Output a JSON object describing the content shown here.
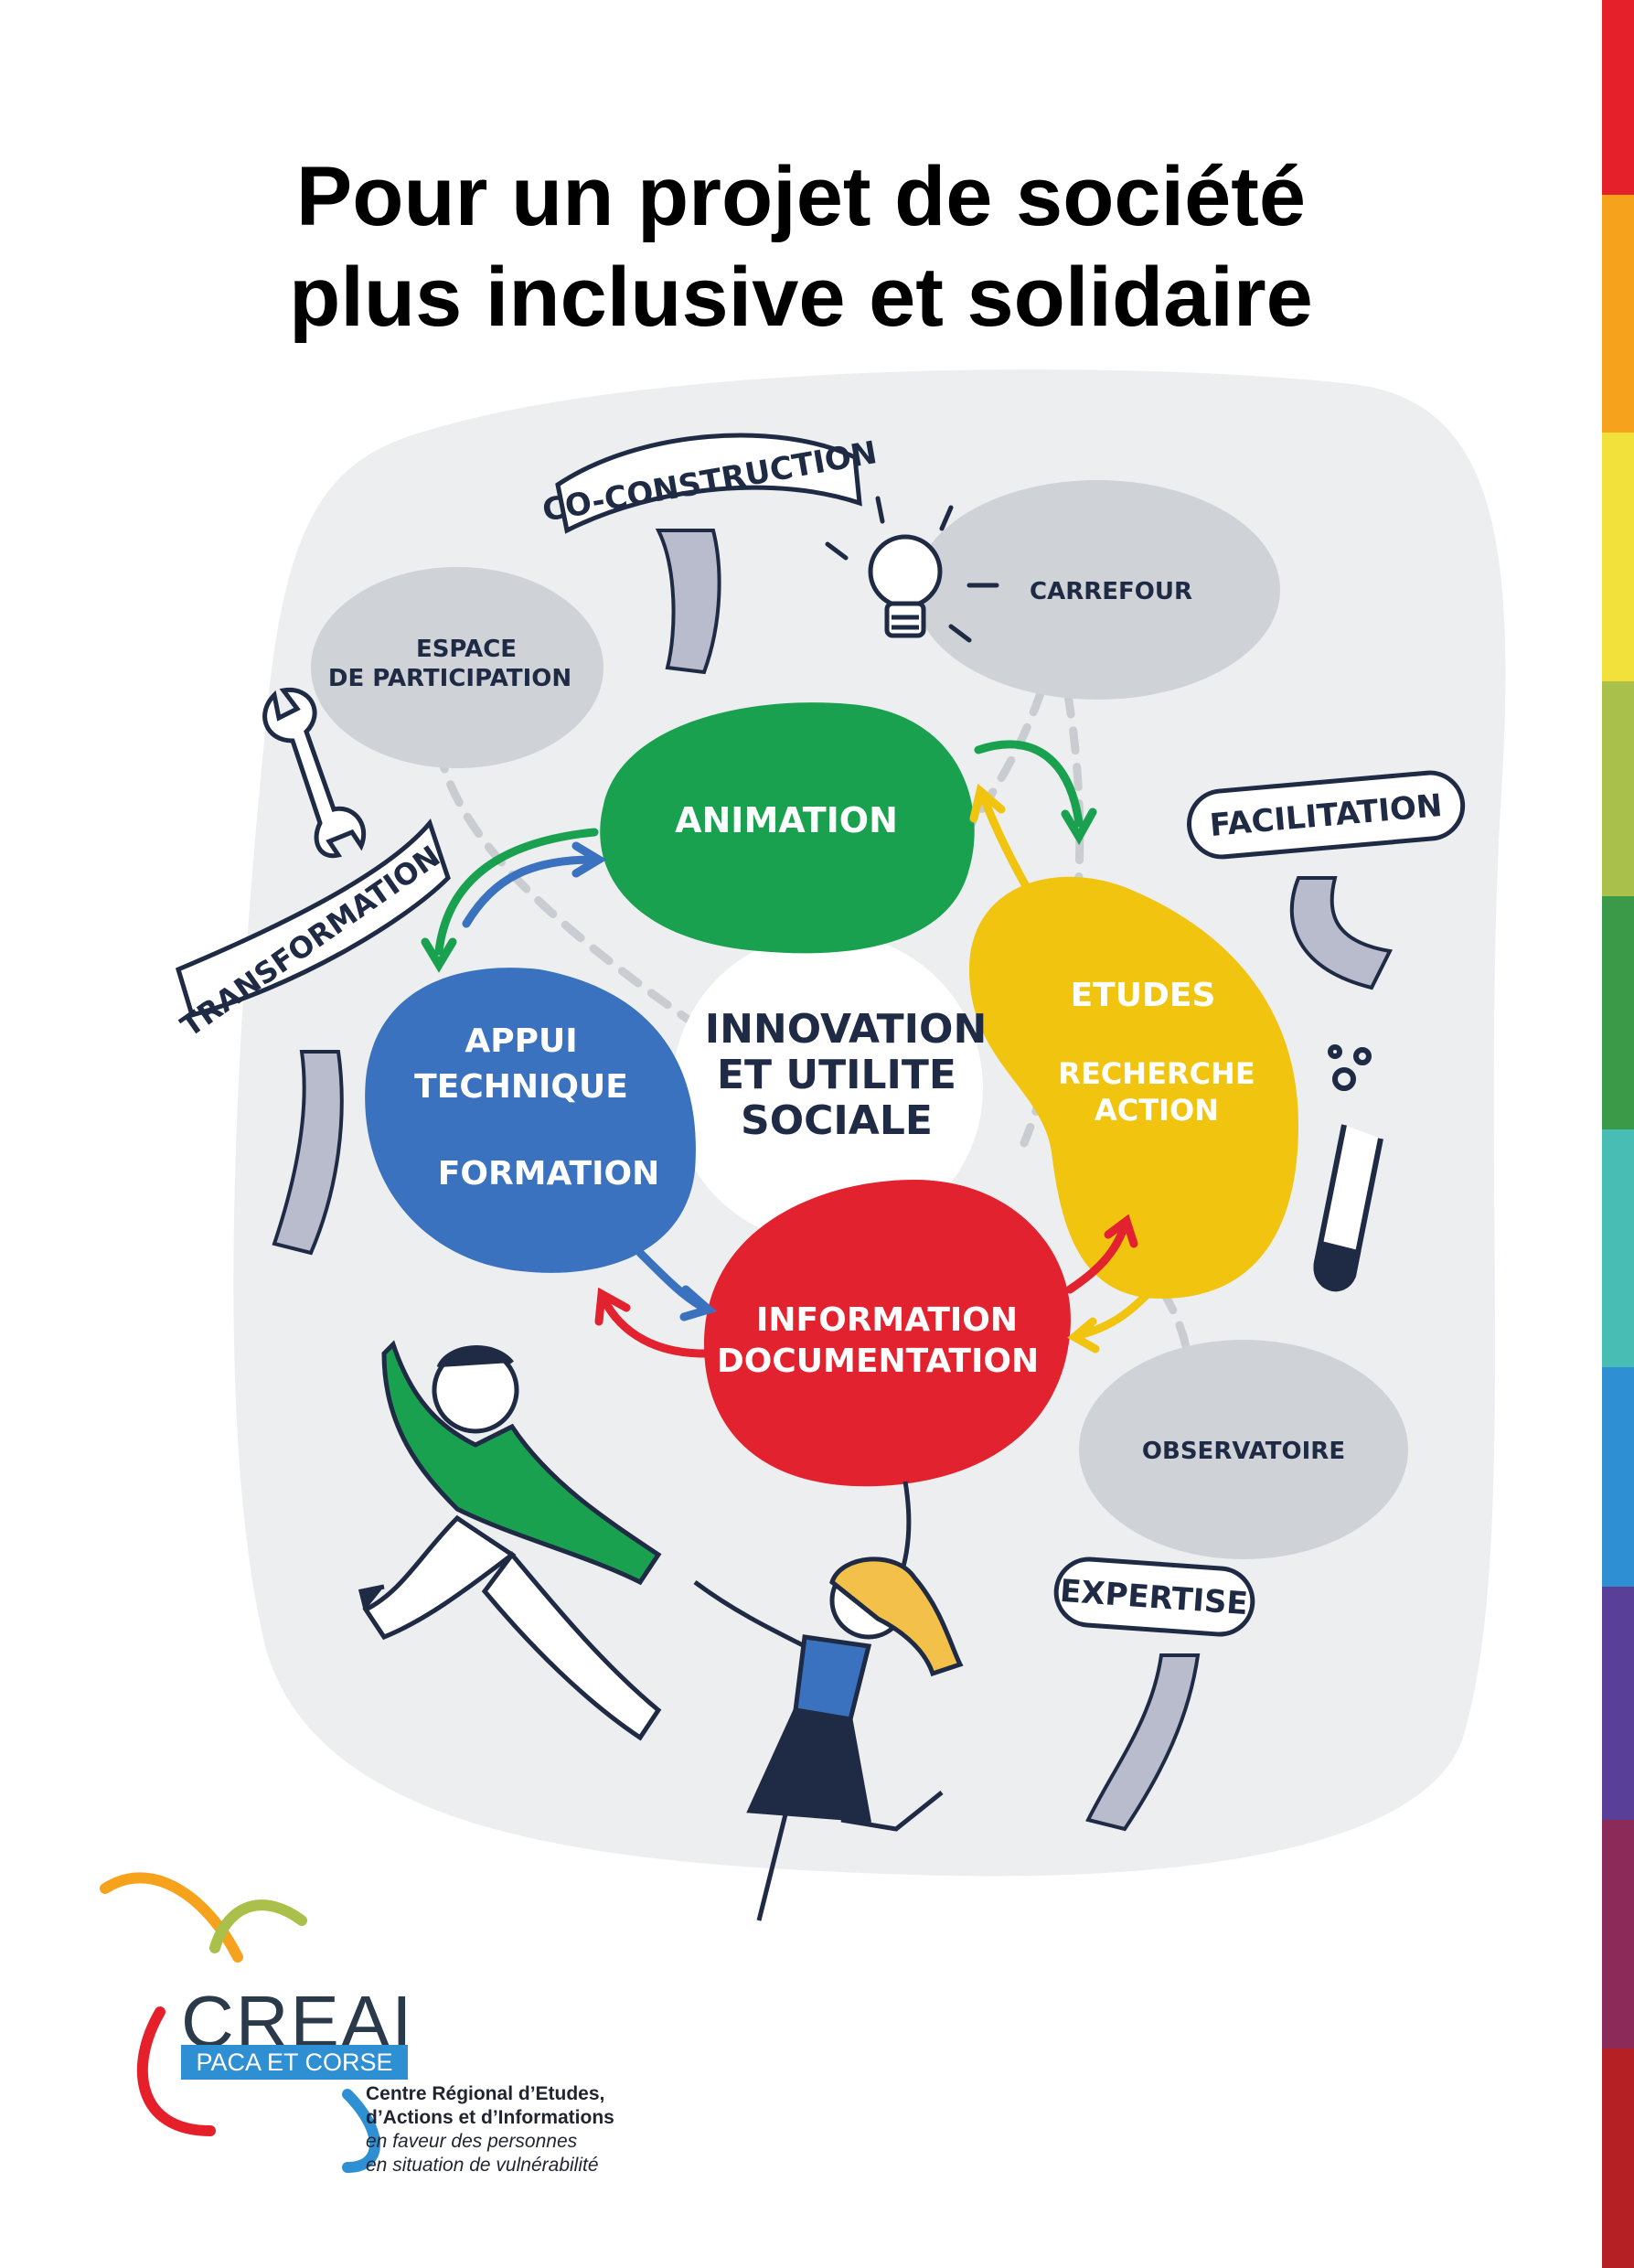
{
  "title": {
    "line1": "Pour un projet de société",
    "line2": "plus inclusive et solidaire"
  },
  "center": {
    "line1": "INNOVATION",
    "line2": "ET UTILITE",
    "line3": "SOCIALE"
  },
  "blobs": {
    "animation": "ANIMATION",
    "appui1": "APPUI",
    "appui2": "TECHNIQUE",
    "formation": "FORMATION",
    "etudes": "ETUDES",
    "recherche1": "RECHERCHE",
    "recherche2": "ACTION",
    "info1": "INFORMATION",
    "info2": "DOCUMENTATION"
  },
  "clouds": {
    "espace1": "ESPACE",
    "espace2": "DE PARTICIPATION",
    "carrefour": "CARREFOUR",
    "observatoire": "OBSERVATOIRE"
  },
  "banners": {
    "coconstruction": "CO-CONSTRUCTION",
    "facilitation": "FACILITATION",
    "transformation": "TRANSFORMATION",
    "expertise": "EXPERTISE"
  },
  "logo": {
    "name": "CREAI",
    "region": "PACA ET CORSE",
    "line1": "Centre Régional d’Etudes,",
    "line2": "d’Actions et d’Informations",
    "line3": "en faveur des personnes",
    "line4": "en situation de vulnérabilité"
  },
  "colors": {
    "green": "#1aa150",
    "blue": "#3a72bf",
    "yellow": "#f1c40f",
    "red": "#e2232f",
    "cloud": "#cfd2d6",
    "ink": "#1f2a44",
    "background_blob": "#eceef0",
    "stripe": [
      "#e5202b",
      "#f7a21c",
      "#f2e13a",
      "#a9c04a",
      "#3a9a47",
      "#47bdb4",
      "#2f8fd3",
      "#5a3f98",
      "#8c2a5a",
      "#b52025"
    ]
  }
}
